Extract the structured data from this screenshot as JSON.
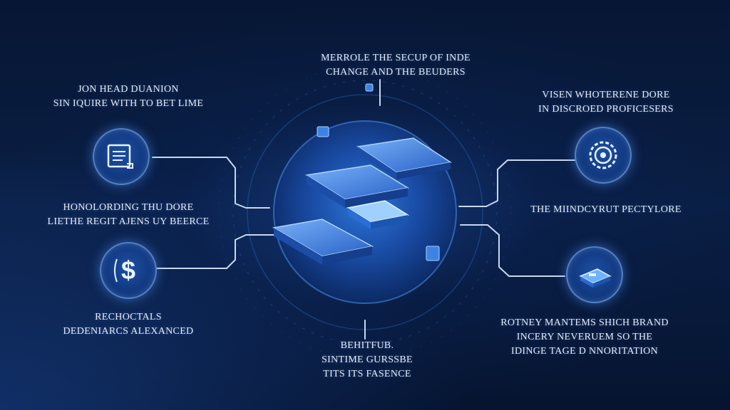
{
  "top_label": [
    "MERROLE THE SECUP OF INDE",
    "CHANGE AND THE BEUDERS"
  ],
  "top_left_label": [
    "JON HEAD DUANION",
    "SIN IQUIRE WITH TO BET LIME"
  ],
  "mid_left_label": [
    "HONOLORDING THU DORE",
    "LIETHE REGIT AJENS UY BEERCE"
  ],
  "bottom_left_label": [
    "RECHOCTALS",
    "DEDENIARCS ALEXANCED"
  ],
  "bottom_center_label": [
    "BEHITFUB.",
    "SINTIME GURSSBE",
    "TITS ITS FASENCE"
  ],
  "top_right_label": [
    "VISEN WHOTERENE DORE",
    "IN DISCROED PROFICESERS"
  ],
  "mid_right_label": [
    "THE MIINDCYRUT PECTYLORE"
  ],
  "bottom_right_label": [
    "ROTNEY MANTEMS SHICH BRAND",
    "INCERY NEVERUEM SO THE",
    "IDINGE TAGE D NNORITATION"
  ],
  "icons": {
    "top_left": "document-icon",
    "bottom_left": "dollar-icon",
    "top_right": "gear-icon",
    "bottom_right": "server-icon"
  },
  "colors": {
    "background": "#06142e",
    "accent": "#3a8dff",
    "line": "#c9d8f0"
  }
}
